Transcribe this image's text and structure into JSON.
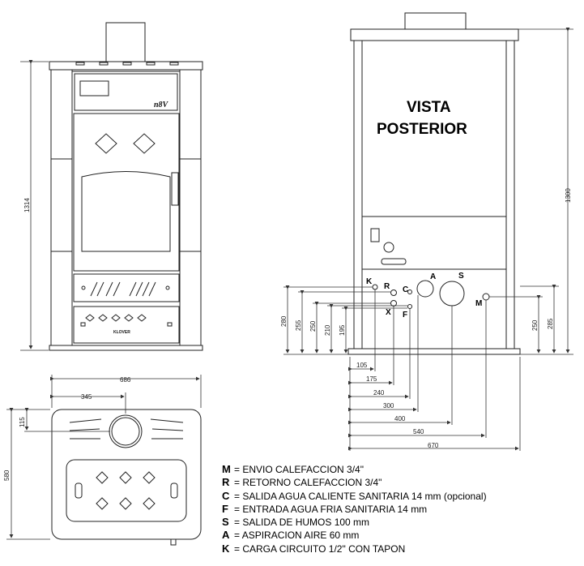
{
  "front_view": {
    "height_dim": "1314",
    "brand": "n8V",
    "logo_text": "KLOVER"
  },
  "rear_view": {
    "title_line1": "VISTA",
    "title_line2": "POSTERIOR",
    "height_dim": "1300",
    "right_dims": [
      "250",
      "285"
    ],
    "left_dims": [
      "280",
      "255",
      "250",
      "210",
      "195"
    ],
    "bottom_dims": [
      "105",
      "175",
      "240",
      "300",
      "400",
      "540",
      "670"
    ],
    "connection_labels": [
      "K",
      "R",
      "C",
      "A",
      "S",
      "X",
      "F",
      "M"
    ]
  },
  "top_view": {
    "width_dim": "686",
    "offset_dim": "345",
    "depth_dim": "580",
    "flue_offset_dim": "115"
  },
  "legend": [
    {
      "key": "M",
      "text": "ENVIO CALEFACCION    3/4\""
    },
    {
      "key": "R",
      "text": "RETORNO CALEFACCION    3/4\""
    },
    {
      "key": "C",
      "text": "SALIDA AGUA CALIENTE SANITARIA    14 mm (opcional)"
    },
    {
      "key": "F",
      "text": "ENTRADA AGUA FRIA SANITARIA    14 mm"
    },
    {
      "key": "S",
      "text": "SALIDA DE HUMOS    100 mm"
    },
    {
      "key": "A",
      "text": "ASPIRACION AIRE    60 mm"
    },
    {
      "key": "K",
      "text": "CARGA CIRCUITO    1/2\" CON TAPON"
    }
  ]
}
